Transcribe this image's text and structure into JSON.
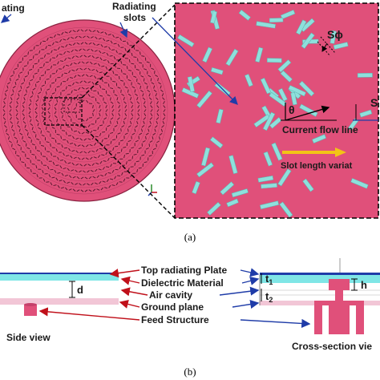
{
  "panel_a": {
    "label_top_left": "ating",
    "label_slots_line1": "Radiating",
    "label_slots_line2": "slots",
    "label_phi": "Sϕ",
    "label_theta": "θ",
    "label_s_cut": "S",
    "label_current": "Current flow line",
    "label_slot_variation": "Slot length variat",
    "caption": "(a)",
    "colors": {
      "plate": "#e0507a",
      "slot": "#8ee0dc",
      "arrow_yellow": "#f2c416",
      "line_blue": "#1f3ca8"
    }
  },
  "panel_b": {
    "label_d": "d",
    "label_top_plate": "Top radiating Plate",
    "label_dielectric": "Dielectric Material",
    "label_air": "Air cavity",
    "label_ground": "Ground plane",
    "label_feed": "Feed Structure",
    "label_t1": "t",
    "label_t1_sub": "1",
    "label_t2": "t",
    "label_t2_sub": "2",
    "label_h": "h",
    "label_side_view": "Side view",
    "label_cross_section": "Cross-section vie",
    "caption": "(b)",
    "colors": {
      "dielectric": "#7fe6e6",
      "ground": "#f2c6d6",
      "feed": "#e0507a",
      "arrow_red": "#c0101a",
      "arrow_blue": "#1f3ca8"
    }
  }
}
